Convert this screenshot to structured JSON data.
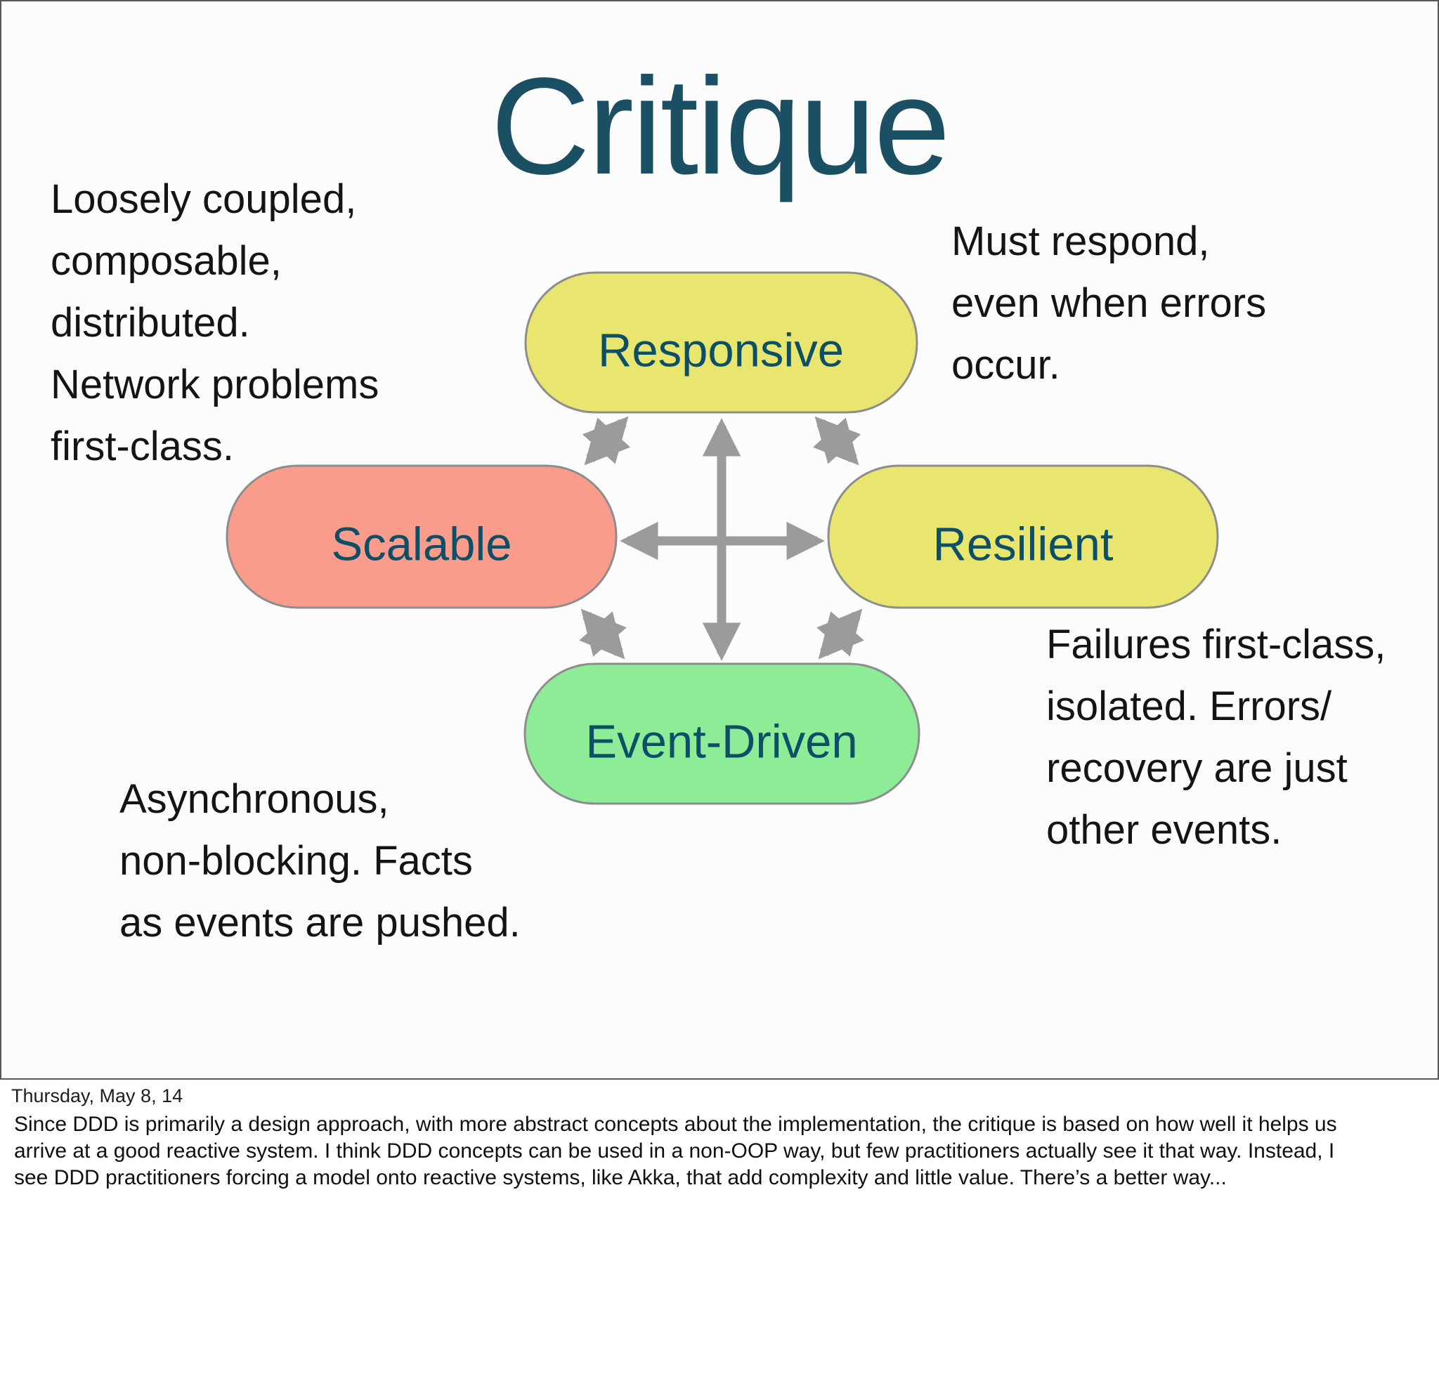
{
  "slide": {
    "title": "Critique",
    "annotations": {
      "top_left": "Loosely coupled,\ncomposable,\ndistributed.\nNetwork problems\nfirst-class.",
      "top_right": "Must respond,\neven when errors\noccur.",
      "bottom_right": "Failures first-class,\nisolated. Errors/\nrecovery are just\nother events.",
      "bottom_left": "Asynchronous,\nnon-blocking. Facts\nas events are pushed."
    },
    "diagram": {
      "nodes": [
        {
          "id": "responsive",
          "label": "Responsive",
          "fill": "#e9e66f"
        },
        {
          "id": "scalable",
          "label": "Scalable",
          "fill": "#f99c8c"
        },
        {
          "id": "resilient",
          "label": "Resilient",
          "fill": "#e9e66f"
        },
        {
          "id": "event_driven",
          "label": "Event-Driven",
          "fill": "#8ded97"
        }
      ],
      "edges": [
        {
          "from": "responsive",
          "to": "event_driven",
          "bidirectional": true
        },
        {
          "from": "scalable",
          "to": "resilient",
          "bidirectional": true
        },
        {
          "from": "responsive",
          "to": "scalable",
          "bidirectional": true
        },
        {
          "from": "responsive",
          "to": "resilient",
          "bidirectional": true
        },
        {
          "from": "scalable",
          "to": "event_driven",
          "bidirectional": true
        },
        {
          "from": "resilient",
          "to": "event_driven",
          "bidirectional": true
        }
      ],
      "node_border_color": "#8d8d8d",
      "node_text_color": "#0d4f66",
      "arrow_color": "#9b9b9b"
    },
    "title_color": "#1b4f64"
  },
  "notes": {
    "date": "Thursday, May 8, 14",
    "body": "Since DDD is primarily a design approach, with more abstract concepts about the implementation, the critique is based on how well it helps us\narrive at a good reactive system. I think DDD concepts can be used in a non-OOP way, but few practitioners actually see it that way. Instead, I\nsee DDD practitioners forcing a model onto reactive systems, like Akka, that add complexity and little value. There’s a better way..."
  }
}
